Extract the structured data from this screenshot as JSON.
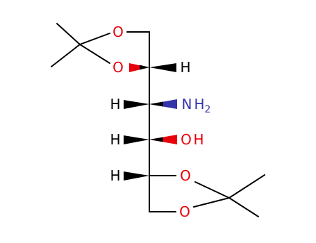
{
  "colors": {
    "bond": "#000000",
    "oxygen": "#e8000b",
    "nitrogen": "#3333aa",
    "hydrogen": "#000000",
    "background": "#ffffff"
  },
  "atoms": {
    "o_top_ring": "O",
    "o_ring_left": "O",
    "h_c2": "H",
    "h_c3": "H",
    "n_amine": "N",
    "h_amine": "H",
    "h2_subscript": "2",
    "h_c4": "H",
    "o_hydroxyl": "O",
    "h_hydroxyl": "H",
    "h_c5": "H",
    "o_ring_right": "O",
    "o_bottom_ring": "O"
  }
}
